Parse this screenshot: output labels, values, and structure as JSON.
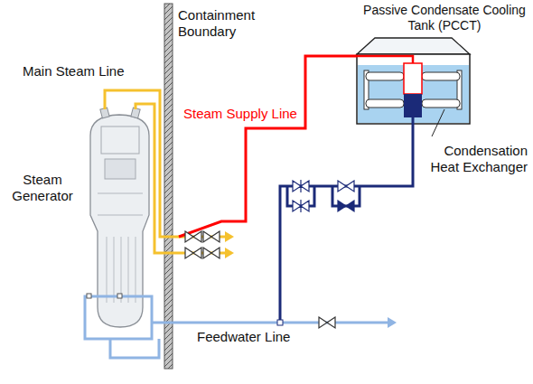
{
  "diagram": {
    "nodes": [
      {
        "text": [
          "Steam Generator"
        ]
      },
      {
        "text": [
          "Passive Condensate Cooling Tank (PCCT)"
        ]
      }
    ],
    "edges": [
      {
        "from": 0,
        "to": 1,
        "arrow": "none",
        "label": "Steam Supply Line"
      },
      {
        "from": 1,
        "to": 0,
        "arrow": "none"
      }
    ],
    "labels": [
      "Containment Boundary",
      "Main Steam Line",
      "Condensation Heat Exchanger",
      "Feedwater Line"
    ]
  }
}
